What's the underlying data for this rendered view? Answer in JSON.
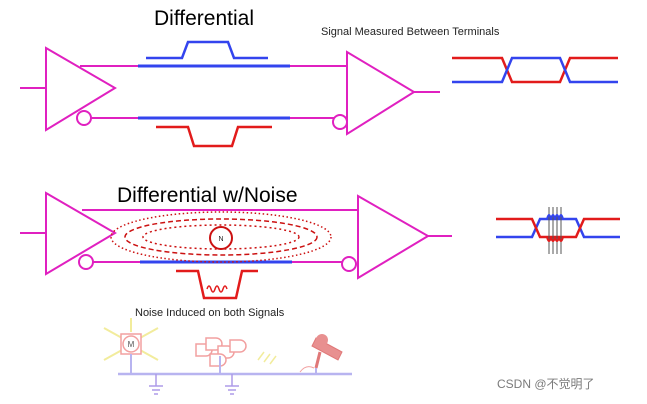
{
  "section_top": {
    "title": "Differential",
    "caption": "Signal Measured Between Terminals"
  },
  "section_bottom": {
    "title": "Differential w/Noise",
    "noise_source_label": "N",
    "caption": "Noise Induced on both Signals",
    "motor_label": "M"
  },
  "watermark": "CSDN @不觉明了",
  "colors": {
    "magenta": "#e020c0",
    "blue": "#3344ee",
    "red": "#e21b1b",
    "dark_red": "#cc1111",
    "pale_yellow": "#f2ec9c",
    "pale_pink": "#f2a0a0",
    "pale_blue": "#b8b4f0",
    "pale_purple": "#ad9be8"
  }
}
